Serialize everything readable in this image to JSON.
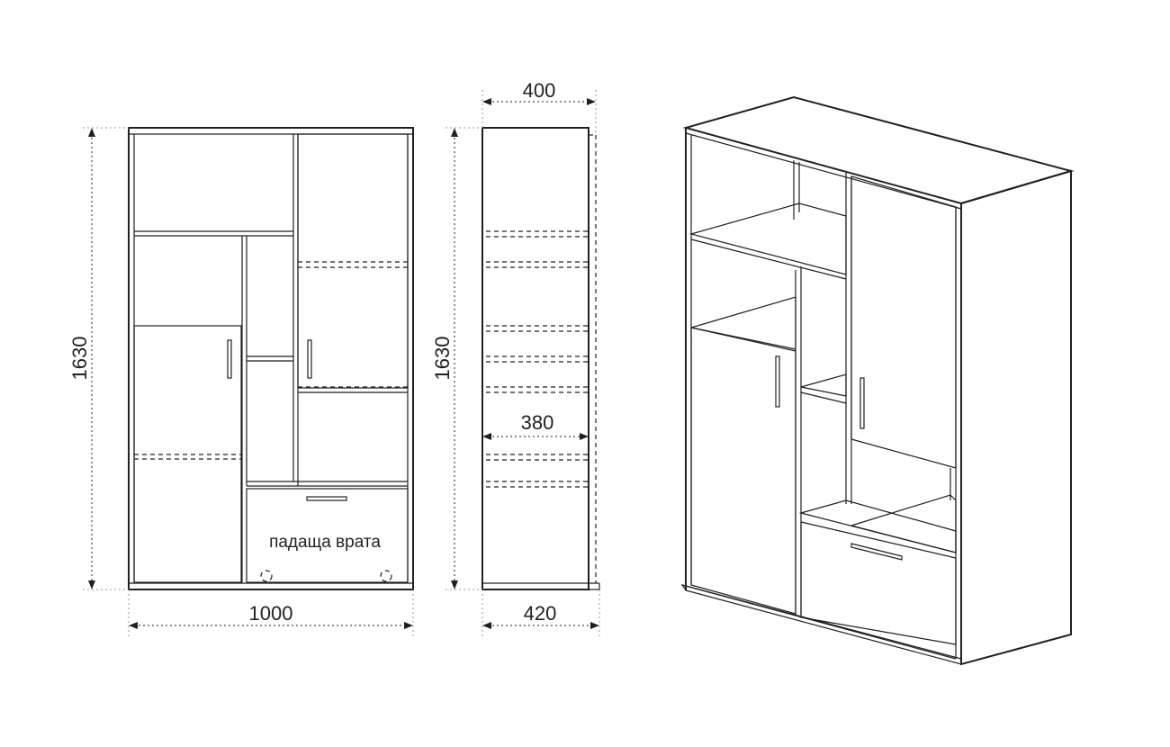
{
  "front_view": {
    "width_label": "1000",
    "height_label": "1630",
    "flap_door_label": "падаща врата"
  },
  "side_view": {
    "top_depth_label": "400",
    "inner_depth_label": "380",
    "bottom_depth_label": "420",
    "height_label": "1630"
  }
}
